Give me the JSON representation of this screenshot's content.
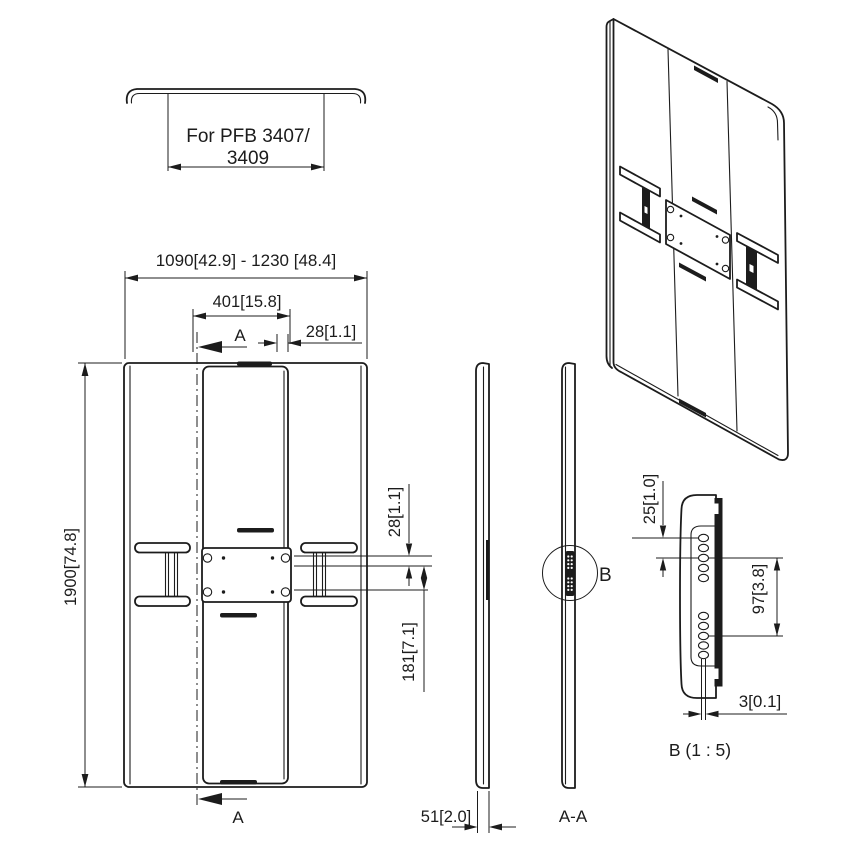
{
  "colors": {
    "line": "#1c1c1c",
    "background": "#ffffff"
  },
  "top_view": {
    "note_line1": "For PFB 3407/",
    "note_line2": "3409"
  },
  "front_view": {
    "dim_width_range": "1090[42.9] - 1230 [48.4]",
    "dim_plate_offset": "401[15.8]",
    "dim_edge_offset": "28[1.1]",
    "dim_height": "1900[74.8]",
    "dim_hole_offset": "28[1.1]",
    "dim_lower_offset": "181[7.1]",
    "section_label_top": "A",
    "section_label_bottom": "A"
  },
  "side_view": {
    "dim_depth": "51[2.0]"
  },
  "section_view": {
    "label": "A-A",
    "detail_marker": "B"
  },
  "detail_view": {
    "title": "B (1 : 5)",
    "dim_hole_pitch": "25[1.0]",
    "dim_strip_length": "97[3.8]",
    "dim_thickness": "3[0.1]"
  }
}
